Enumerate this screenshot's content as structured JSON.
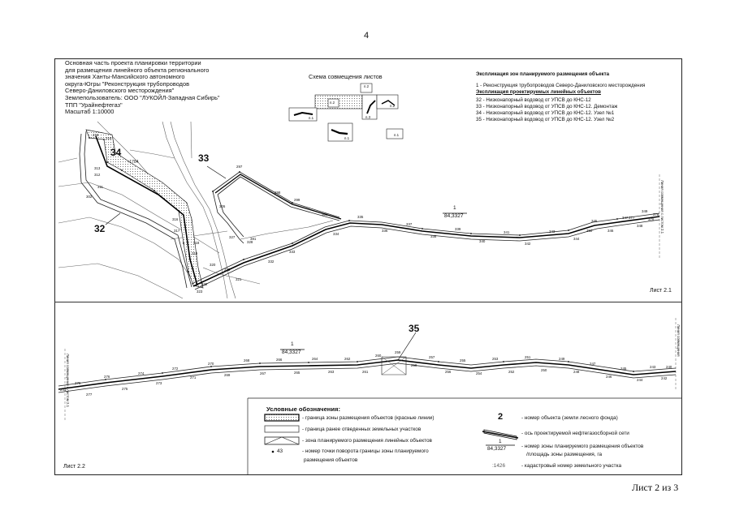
{
  "page_number": "4",
  "title_lines": [
    "Основная часть проекта планировки территории",
    "для размещения линейного объекта регионального",
    "значения Ханты-Мансийского автономного",
    "округа-Югры \"Реконструкция трубопроводов",
    "Северо-Даниловского месторождения\"",
    "Землепользователь: ООО \"ЛУКОЙЛ-Западная Сибирь\"",
    "ТПП \"Урайнефтегаз\"",
    "Масштаб 1:10000"
  ],
  "scheme": {
    "title": "Схема совмещения листов",
    "sheet_labels": [
      "п.2",
      "п.2",
      "п.3",
      "п.2",
      "п.1",
      "п.1",
      "п.1"
    ]
  },
  "explication": {
    "zone_header": "Экспликация зон планируемого размещения объекта",
    "zone_item": "1 - Реконструкция трубопроводов Северо-Даниловского месторождения",
    "objects_header": "Экспликация проектируемых линейных объектов",
    "objects": [
      "32 - Низконапорный водовод от УПСВ до КНС-12",
      "33 - Низконапорный водовод от УПСВ до КНС-12. Демонтаж",
      "34 - Низконапорный водовод от УПСВ до КНС-12. Узел №1",
      "35 - Низконапорный водовод от УПСВ до КНС-12. Узел №2"
    ]
  },
  "map_labels": {
    "obj32": "32",
    "obj33": "33",
    "obj34": "34",
    "obj35": "35",
    "zone_num_top": "1",
    "zone_area_top": "84,3327",
    "zone_num_bottom": "1",
    "zone_area_bottom": "84,3327",
    "cadastral_top": ":1784",
    "sheet_top": "Лист 2.1",
    "sheet_bottom": "Лист 2.2",
    "side_right_top": "Линия совмещения с листом 2.1",
    "side_left_bottom": "Линия совмещения с листом 2.1",
    "side_right_bottom": "Линия совмещения"
  },
  "point_labels_top": [
    "218",
    "219",
    "313",
    "312",
    "311",
    "302",
    "316",
    "317",
    "318",
    "319",
    "320",
    "321",
    "322",
    "323",
    "325",
    "326",
    "327",
    "328",
    "297",
    "298",
    "299",
    "300",
    "381",
    "332",
    "333",
    "334",
    "335",
    "336",
    "337",
    "338",
    "339",
    "340",
    "341",
    "342",
    "343",
    "344",
    "345",
    "346",
    "347",
    "348",
    "349",
    "350",
    "376",
    "377",
    "378"
  ],
  "point_labels_bottom": [
    "278",
    "277",
    "276",
    "275",
    "274",
    "273",
    "272",
    "271",
    "270",
    "269",
    "268",
    "267",
    "266",
    "265",
    "264",
    "263",
    "262",
    "261",
    "260",
    "259",
    "258",
    "257",
    "256",
    "255",
    "254",
    "253",
    "252",
    "251",
    "250",
    "249",
    "248",
    "247",
    "246",
    "245",
    "244",
    "243",
    "242",
    "241",
    "240"
  ],
  "legend": {
    "title": "Условные обозначения:",
    "items": [
      "- граница зоны размещения объектов (красные линии)",
      "- граница ранее отведенных земельных участков",
      "- зона планируемого размещения линейных объектов",
      "- номер точки поворота границы зоны планируемого",
      "размещения объектов"
    ],
    "point_sample": "43",
    "num_sample": "2",
    "num_text": "- номер объекта (земли лесного фонда)",
    "axis_text": "- ось проектируемой нефтегазосборной сети",
    "zone_sample_num": "1",
    "zone_sample_area": "84,3327",
    "zone_text_1": "- номер зоны планируемого размещения объектов",
    "zone_text_2": "/площадь зоны размещения, га",
    "cad_sample": ":1426",
    "cad_text": "- кадастровый номер земельного участка"
  },
  "footer": "Лист 2 из 3"
}
